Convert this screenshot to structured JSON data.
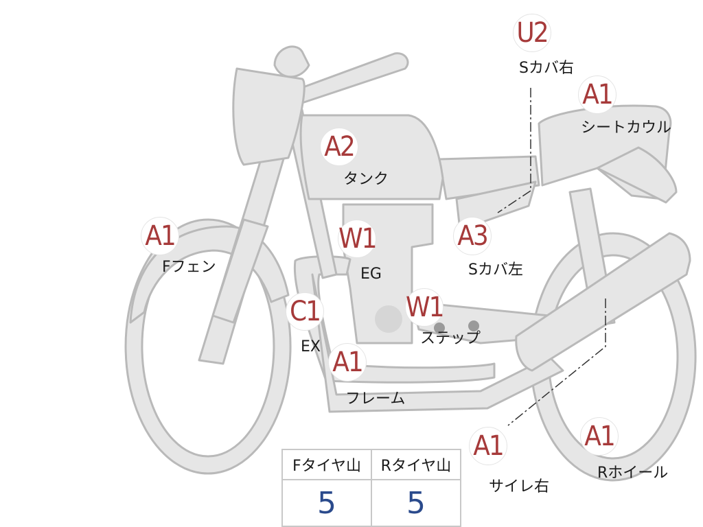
{
  "parts": [
    {
      "id": "fender-front",
      "code": "A1",
      "label": "Fフェン"
    },
    {
      "id": "tank",
      "code": "A2",
      "label": "タンク"
    },
    {
      "id": "engine",
      "code": "W1",
      "label": "EG"
    },
    {
      "id": "exhaust",
      "code": "C1",
      "label": "EX"
    },
    {
      "id": "step",
      "code": "W1",
      "label": "ステップ"
    },
    {
      "id": "frame",
      "code": "A1",
      "label": "フレーム"
    },
    {
      "id": "side-cover-left",
      "code": "A3",
      "label": "Sカバ左"
    },
    {
      "id": "side-cover-right",
      "code": "U2",
      "label": "Sカバ右"
    },
    {
      "id": "seat-cowl",
      "code": "A1",
      "label": "シートカウル"
    },
    {
      "id": "muffler-right",
      "code": "A1",
      "label": "サイレ右"
    },
    {
      "id": "rear-wheel",
      "code": "A1",
      "label": "Rホイール"
    }
  ],
  "tire_table": {
    "front_header": "Fタイヤ山",
    "rear_header": "Rタイヤ山",
    "front_value": "5",
    "rear_value": "5"
  },
  "colors": {
    "bike_fill": "#e6e6e6",
    "bike_stroke": "#b9b9b9",
    "code_text": "#a63a3a",
    "table_value": "#2a4a8c"
  }
}
